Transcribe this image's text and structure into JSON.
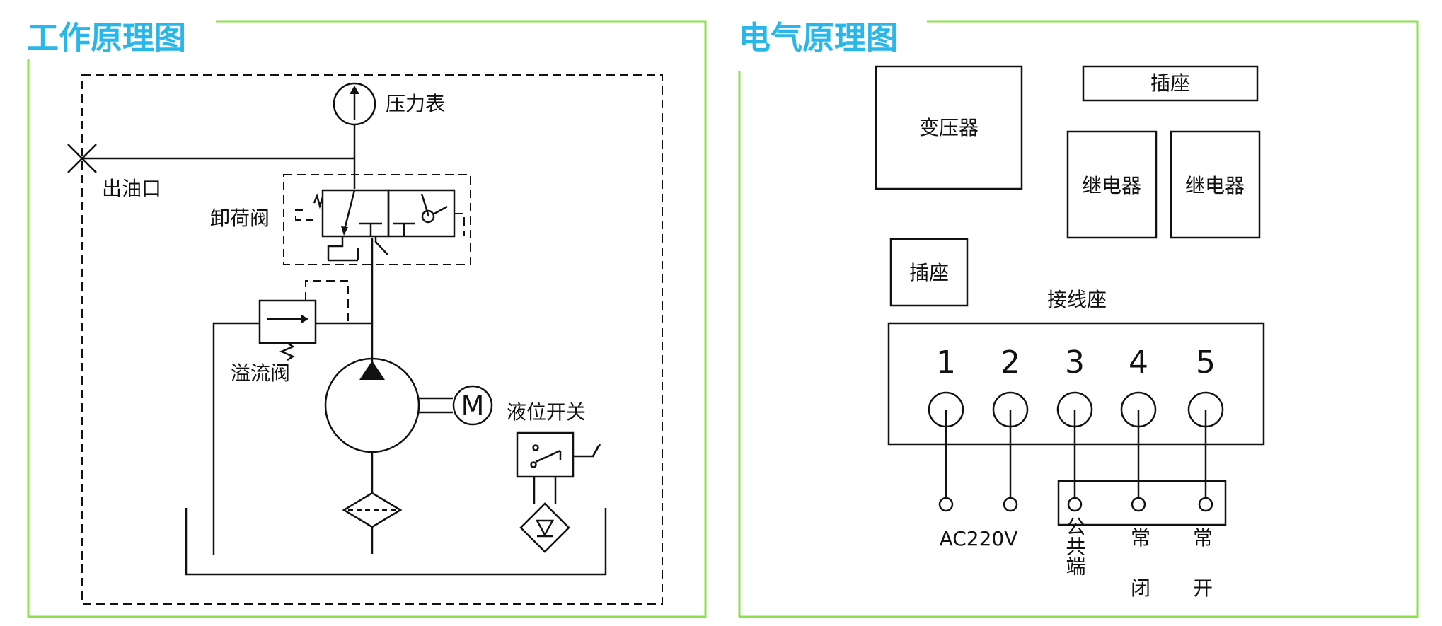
{
  "left_panel": {
    "title": "工作原理图",
    "labels": {
      "pressure_gauge": "压力表",
      "outlet": "出油口",
      "unloading_valve": "卸荷阀",
      "relief_valve": "溢流阀",
      "motor_symbol": "M",
      "level_switch": "液位开关"
    }
  },
  "right_panel": {
    "title": "电气原理图",
    "labels": {
      "transformer": "变压器",
      "socket_top": "插座",
      "relay_1": "继电器",
      "relay_2": "继电器",
      "socket_left": "插座",
      "terminal_block": "接线座",
      "power": "AC220V",
      "common": "公共端",
      "nc_1": "常",
      "nc_2": "闭",
      "no_1": "常",
      "no_2": "开"
    },
    "terminals": [
      "1",
      "2",
      "3",
      "4",
      "5"
    ]
  },
  "colors": {
    "title": "#29b6e8",
    "frame": "#8ee04a",
    "line": "#111111"
  }
}
